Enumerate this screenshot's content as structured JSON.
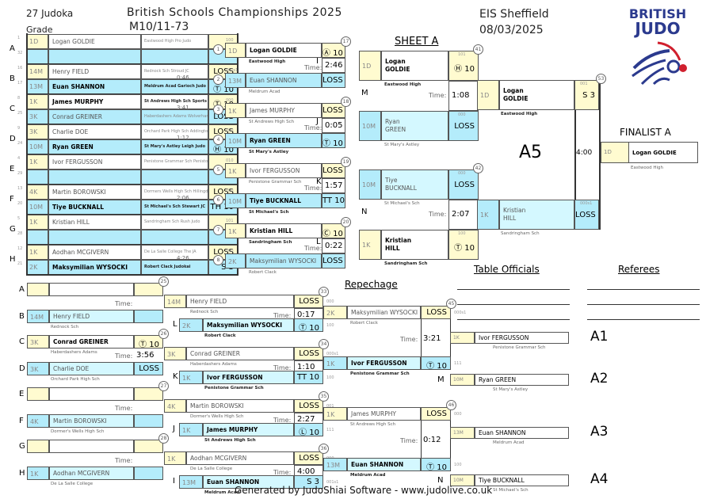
{
  "header": {
    "judoka_count": "27 Judoka",
    "grade_label": "Grade",
    "title": "British Schools Championships 2025",
    "category": "M10/11-73",
    "venue": "EIS Sheffield",
    "date": "08/03/2025",
    "logo_line1": "BRITISH",
    "logo_line2": "JUDO",
    "sheet": "SHEET A"
  },
  "pool": [
    {
      "letter": "A",
      "seeds": [
        "1",
        "32"
      ],
      "fight": "1",
      "time": "",
      "rows": [
        {
          "grade": "1D",
          "name": "Logan GOLDIE",
          "club": "Eastwood High Pro Judo",
          "score": "",
          "win": false
        },
        {
          "grade": "",
          "name": "",
          "club": "",
          "score": "",
          "win": false
        }
      ]
    },
    {
      "letter": "B",
      "seeds": [
        "16",
        "17"
      ],
      "fight": "2",
      "time": "0:46",
      "rows": [
        {
          "grade": "14M",
          "name": "Henry FIELD",
          "club": "Rednock Sch Stroud JC",
          "score": "LOSS",
          "win": false
        },
        {
          "grade": "13M",
          "name": "Euan SHANNON",
          "club": "Meldrum Acad Garioch Judo",
          "score": "Ⓣ 10",
          "win": true
        }
      ]
    },
    {
      "letter": "C",
      "seeds": [
        "8",
        "25"
      ],
      "fight": "3",
      "time": "3:41",
      "rows": [
        {
          "grade": "1K",
          "name": "James MURPHY",
          "club": "St Andrews High Sch Sports",
          "score": "Ⓣ 10",
          "win": true
        },
        {
          "grade": "3K",
          "name": "Conrad GREINER",
          "club": "Haberdashers Adams Wolverhampton",
          "score": "LOSS",
          "win": false
        }
      ]
    },
    {
      "letter": "D",
      "seeds": [
        "9",
        "24"
      ],
      "fight": "4",
      "time": "1:12",
      "rows": [
        {
          "grade": "3K",
          "name": "Charlie DOE",
          "club": "Orchard Park High Sch Addington JC",
          "score": "LOSS",
          "win": false
        },
        {
          "grade": "10M",
          "name": "Ryan GREEN",
          "club": "St Mary's Astley Leigh Judo",
          "score": "Ⓗ 10",
          "win": true
        }
      ]
    },
    {
      "letter": "E",
      "seeds": [
        "4",
        "29"
      ],
      "fight": "5",
      "time": "",
      "rows": [
        {
          "grade": "1K",
          "name": "Ivor FERGUSSON",
          "club": "Penistone Grammar Sch Penistone JC",
          "score": "",
          "win": false
        },
        {
          "grade": "",
          "name": "",
          "club": "",
          "score": "",
          "win": false
        }
      ]
    },
    {
      "letter": "F",
      "seeds": [
        "13",
        "20"
      ],
      "fight": "6",
      "time": "2:06",
      "rows": [
        {
          "grade": "4K",
          "name": "Martin BOROWSKI",
          "club": "Dormers Wells High Sch Hillingdon JC",
          "score": "LOSS",
          "win": false
        },
        {
          "grade": "10M",
          "name": "Tiye BUCKNALL",
          "club": "St Michael's Sch Stewart JC",
          "score": "TH 10",
          "win": true
        }
      ]
    },
    {
      "letter": "G",
      "seeds": [
        "5",
        "28"
      ],
      "fight": "7",
      "time": "",
      "rows": [
        {
          "grade": "1K",
          "name": "Kristian HILL",
          "club": "Sandringham Sch Rush Judo",
          "score": "",
          "win": false
        },
        {
          "grade": "",
          "name": "",
          "club": "",
          "score": "",
          "win": false
        }
      ]
    },
    {
      "letter": "H",
      "seeds": [
        "12",
        "21"
      ],
      "fight": "8",
      "time": "4:26",
      "rows": [
        {
          "grade": "1K",
          "name": "Aodhan MCGIVERN",
          "club": "De La Salle College The JA",
          "score": "LOSS",
          "win": false
        },
        {
          "grade": "2K",
          "name": "Maksymilian WYSOCKI",
          "club": "Robert Clack Judokai",
          "score": "S 3",
          "win": true
        }
      ]
    }
  ],
  "round2": [
    {
      "fight": "17",
      "letter": "I",
      "time": "2:46",
      "time_label": "Time:",
      "rows": [
        {
          "grade": "1D",
          "name": "Logan GOLDIE",
          "club": "Eastwood High",
          "score": "Ⓐ 10",
          "code": "100",
          "win": true
        },
        {
          "grade": "13M",
          "name": "Euan SHANNON",
          "club": "Meldrum Acad",
          "score": "LOSS",
          "code": "000s1",
          "win": false
        }
      ]
    },
    {
      "fight": "18",
      "letter": "J",
      "time": "0:05",
      "time_label": "Time:",
      "rows": [
        {
          "grade": "1K",
          "name": "James MURPHY",
          "club": "St Andrews High Sch",
          "score": "LOSS",
          "code": "000",
          "win": false
        },
        {
          "grade": "10M",
          "name": "Ryan GREEN",
          "club": "St Mary's Astley",
          "score": "Ⓣ 10",
          "code": "100",
          "win": true
        }
      ]
    },
    {
      "fight": "19",
      "letter": "K",
      "time": "1:57",
      "time_label": "Time:",
      "rows": [
        {
          "grade": "1K",
          "name": "Ivor FERGUSSON",
          "club": "Penistone Grammar Sch",
          "score": "LOSS",
          "code": "010",
          "win": false
        },
        {
          "grade": "10M",
          "name": "Tiye BUCKNALL",
          "club": "St Michael's Sch",
          "score": "TT 10",
          "code": "100",
          "win": true
        }
      ]
    },
    {
      "fight": "20",
      "letter": "L",
      "time": "0:22",
      "time_label": "Time:",
      "rows": [
        {
          "grade": "1K",
          "name": "Kristian HILL",
          "club": "Sandringham Sch",
          "score": "Ⓒ 10",
          "code": "101",
          "win": true
        },
        {
          "grade": "2K",
          "name": "Maksymilian WYSOCKI",
          "club": "Robert Clack",
          "score": "LOSS",
          "code": "000",
          "win": false
        }
      ]
    }
  ],
  "semis": [
    {
      "fight": "41",
      "letter": "M",
      "time": "1:08",
      "time_label": "Time:",
      "rows": [
        {
          "grade": "1D",
          "first": "Logan",
          "last": "GOLDIE",
          "club": "Eastwood High",
          "score": "Ⓗ 10",
          "code": "101",
          "win": true
        },
        {
          "grade": "10M",
          "first": "Ryan",
          "last": "GREEN",
          "club": "St Mary's Astley",
          "score": "LOSS",
          "code": "000",
          "win": false
        }
      ]
    },
    {
      "fight": "42",
      "letter": "N",
      "time": "2:07",
      "time_label": "Time:",
      "rows": [
        {
          "grade": "10M",
          "first": "Tiye",
          "last": "BUCKNALL",
          "club": "St Michael's Sch",
          "score": "LOSS",
          "code": "000",
          "win": false
        },
        {
          "grade": "1K",
          "first": "Kristian",
          "last": "HILL",
          "club": "Sandringham Sch",
          "score": "Ⓣ 10",
          "code": "100",
          "win": true
        }
      ]
    }
  ],
  "final": {
    "fight": "53",
    "label": "A5",
    "time": "4:00",
    "rows": [
      {
        "grade": "1D",
        "first": "Logan",
        "last": "GOLDIE",
        "club": "Eastwood High",
        "score": "S 3",
        "code": "001",
        "win": true
      },
      {
        "grade": "1K",
        "first": "Kristian",
        "last": "HILL",
        "club": "Sandringham Sch",
        "score": "LOSS",
        "code": "000s1",
        "win": false
      }
    ]
  },
  "finalist": {
    "title": "FINALIST A",
    "grade": "1D",
    "name": "Logan GOLDIE",
    "club": "Eastwood High"
  },
  "repechage": {
    "title": "Repechage",
    "first_round": [
      {
        "fight": "25",
        "time_label": "Time:",
        "time": "",
        "rows": [
          {
            "letter": "A",
            "grade": "",
            "name": "",
            "club": "",
            "score": ""
          },
          {
            "letter": "B",
            "grade": "14M",
            "name": "Henry FIELD",
            "club": "Rednock Sch",
            "score": ""
          }
        ]
      },
      {
        "fight": "26",
        "time_label": "Time:",
        "time": "3:56",
        "rows": [
          {
            "letter": "C",
            "grade": "3K",
            "name": "Conrad GREINER",
            "club": "Haberdashers Adams",
            "score": "Ⓣ 10",
            "win": true
          },
          {
            "letter": "D",
            "grade": "3K",
            "name": "Charlie DOE",
            "club": "Orchard Park High Sch",
            "score": "LOSS"
          }
        ]
      },
      {
        "fight": "27",
        "time_label": "Time:",
        "time": "",
        "rows": [
          {
            "letter": "E",
            "grade": "",
            "name": "",
            "club": "",
            "score": ""
          },
          {
            "letter": "F",
            "grade": "4K",
            "name": "Martin BOROWSKI",
            "club": "Dormer's Wells High Sch",
            "score": ""
          }
        ]
      },
      {
        "fight": "28",
        "time_label": "Time:",
        "time": "",
        "rows": [
          {
            "letter": "G",
            "grade": "",
            "name": "",
            "club": "",
            "score": ""
          },
          {
            "letter": "H",
            "grade": "1K",
            "name": "Aodhan MCGIVERN",
            "club": "De La Salle College",
            "score": ""
          }
        ]
      }
    ],
    "second_round": [
      {
        "fight": "33",
        "time_label": "Time:",
        "time": "0:17",
        "top": {
          "grade": "14M",
          "name": "Henry FIELD",
          "club": "Rednock Sch",
          "score": "LOSS",
          "code": "000"
        },
        "bottom": {
          "letter": "L",
          "grade": "2K",
          "name": "Maksymilian WYSOCKI",
          "club": "Robert Clack",
          "score": "Ⓣ 10",
          "code": "100"
        }
      },
      {
        "fight": "34",
        "time_label": "Time:",
        "time": "1:10",
        "top": {
          "grade": "3K",
          "name": "Conrad GREINER",
          "club": "Haberdashers Adams",
          "score": "LOSS",
          "code": "000s1"
        },
        "bottom": {
          "letter": "K",
          "grade": "1K",
          "name": "Ivor FERGUSSON",
          "club": "Penistone Grammar Sch",
          "score": "TT 10",
          "code": "100"
        }
      },
      {
        "fight": "35",
        "time_label": "Time:",
        "time": "2:27",
        "top": {
          "grade": "4K",
          "name": "Martin BOROWSKI",
          "club": "Dormer's Wells High Sch",
          "score": "LOSS",
          "code": "001"
        },
        "bottom": {
          "letter": "J",
          "grade": "1K",
          "name": "James MURPHY",
          "club": "St Andrews High Sch",
          "score": "Ⓛ 10",
          "code": "111"
        }
      },
      {
        "fight": "36",
        "time_label": "Time:",
        "time": "4:00",
        "top": {
          "grade": "1K",
          "name": "Aodhan MCGIVERN",
          "club": "De La Salle College",
          "score": "LOSS",
          "code": "000"
        },
        "bottom": {
          "letter": "I",
          "grade": "13M",
          "name": "Euan SHANNON",
          "club": "Meldrum Acad",
          "score": "S 3",
          "code": "001s1"
        }
      }
    ],
    "third_round": [
      {
        "fight": "45",
        "time_label": "Time:",
        "time": "3:21",
        "top": {
          "grade": "2K",
          "name": "Maksymilian WYSOCKI",
          "club": "Robert Clack",
          "score": "LOSS",
          "code": "000s1"
        },
        "bottom": {
          "grade": "1K",
          "name": "Ivor FERGUSSON",
          "club": "Penistone Grammar Sch",
          "score": "Ⓣ 10",
          "code": "111"
        }
      },
      {
        "fight": "46",
        "time_label": "Time:",
        "time": "0:12",
        "top": {
          "grade": "1K",
          "name": "James MURPHY",
          "club": "St Andrews High Sch",
          "score": "LOSS",
          "code": "000"
        },
        "bottom": {
          "grade": "13M",
          "name": "Euan SHANNON",
          "club": "Meldrum Acad",
          "score": "Ⓣ 10",
          "code": "100"
        }
      }
    ]
  },
  "officials": {
    "table_title": "Table Officials",
    "referees_title": "Referees"
  },
  "results": [
    {
      "letter": "",
      "grade": "1K",
      "name": "Ivor FERGUSSON",
      "club": "Penistone Grammar Sch",
      "place": "A1"
    },
    {
      "letter": "M",
      "grade": "10M",
      "name": "Ryan GREEN",
      "club": "St Mary's Astley",
      "place": "A2"
    },
    {
      "letter": "",
      "grade": "13M",
      "name": "Euan SHANNON",
      "club": "Meldrum Acad",
      "place": "A3"
    },
    {
      "letter": "N",
      "grade": "10M",
      "name": "Tiye BUCKNALL",
      "club": "St Michael's Sch",
      "place": "A4"
    }
  ],
  "footer": "Generated by JudoShiai Software - www.judolive.co.uk"
}
